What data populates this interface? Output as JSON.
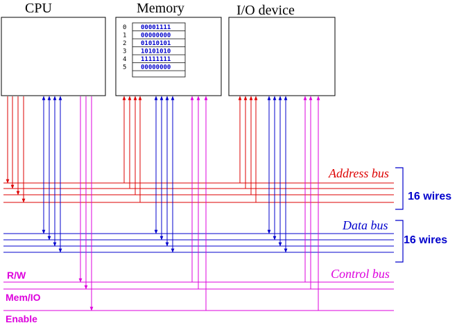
{
  "blocks": {
    "cpu": "CPU",
    "memory": "Memory",
    "io": "I/O device"
  },
  "memory_table": {
    "addresses": [
      "0",
      "1",
      "2",
      "3",
      "4",
      "5"
    ],
    "values": [
      "00001111",
      "00000000",
      "01010101",
      "10101010",
      "11111111",
      "00000000"
    ]
  },
  "buses": {
    "address": {
      "label": "Address bus",
      "wires": "16 wires"
    },
    "data": {
      "label": "Data bus",
      "wires": "16 wires"
    },
    "control": {
      "label": "Control bus",
      "lines": [
        "R/W",
        "Mem/IO",
        "Enable"
      ]
    }
  },
  "colors": {
    "address": "#dd0000",
    "data": "#0000cc",
    "control": "#dd00dd",
    "outline": "#000000"
  }
}
